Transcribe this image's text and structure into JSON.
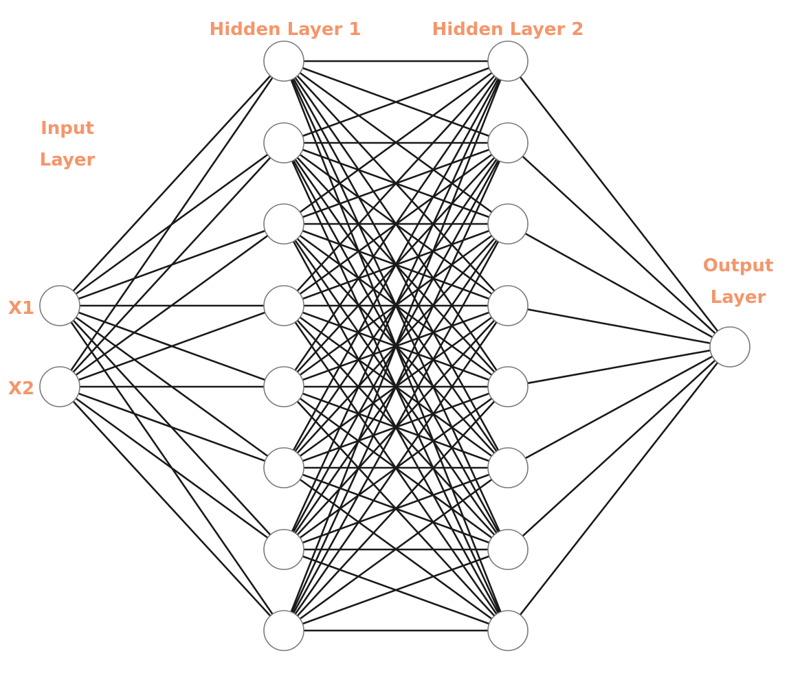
{
  "colors": {
    "label": "#f4966b",
    "edge": "#1a1a1a",
    "node_fill": "#ffffff",
    "node_stroke": "#7a7a7a"
  },
  "labels": {
    "hidden1": "Hidden Layer 1",
    "hidden2": "Hidden Layer 2",
    "input_line1": "Input",
    "input_line2": "Layer",
    "output_line1": "Output",
    "output_line2": "Layer",
    "x1": "X1",
    "x2": "X2"
  },
  "network": {
    "layers": [
      {
        "name": "input",
        "neurons": 2
      },
      {
        "name": "hidden1",
        "neurons": 8
      },
      {
        "name": "hidden2",
        "neurons": 8
      },
      {
        "name": "output",
        "neurons": 1
      }
    ],
    "fully_connected": true
  }
}
